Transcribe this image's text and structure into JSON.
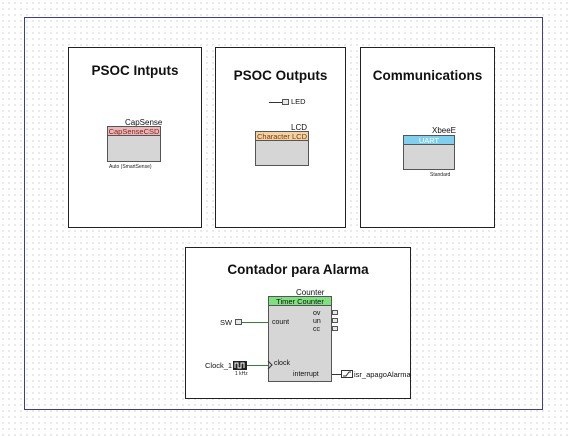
{
  "panels": {
    "inputs": {
      "title": "PSOC Intputs"
    },
    "outputs": {
      "title": "PSOC Outputs"
    },
    "comms": {
      "title": "Communications"
    },
    "counter": {
      "title": "Contador para Alarma"
    }
  },
  "components": {
    "capsense": {
      "name": "CapSense",
      "type": "CapSenseCSD",
      "subtitle": "Auto (SmartSense)",
      "header_color": "#e7b9b9",
      "header_text_color": "#8a1c1c"
    },
    "lcd": {
      "name": "LCD",
      "type": "Character LCD",
      "header_color": "#f2d2a6",
      "header_text_color": "#7a3a00"
    },
    "led": {
      "label": "LED"
    },
    "xbee": {
      "name": "XbeeE",
      "type": "UART",
      "subtitle": "Standard",
      "header_color": "#7fd0ee",
      "header_text_color": "#ffffff"
    },
    "counter": {
      "name": "Counter",
      "type": "Timer Counter",
      "header_color": "#7fe07f",
      "ports": {
        "count": "count",
        "clock": "clock",
        "interrupt": "interrupt",
        "ov": "ov",
        "un": "un",
        "cc": "cc"
      }
    },
    "sw": {
      "label": "SW"
    },
    "clock": {
      "label": "Clock_1",
      "freq": "1 kHz"
    },
    "isr": {
      "label": "isr_apagoAlarma"
    }
  }
}
